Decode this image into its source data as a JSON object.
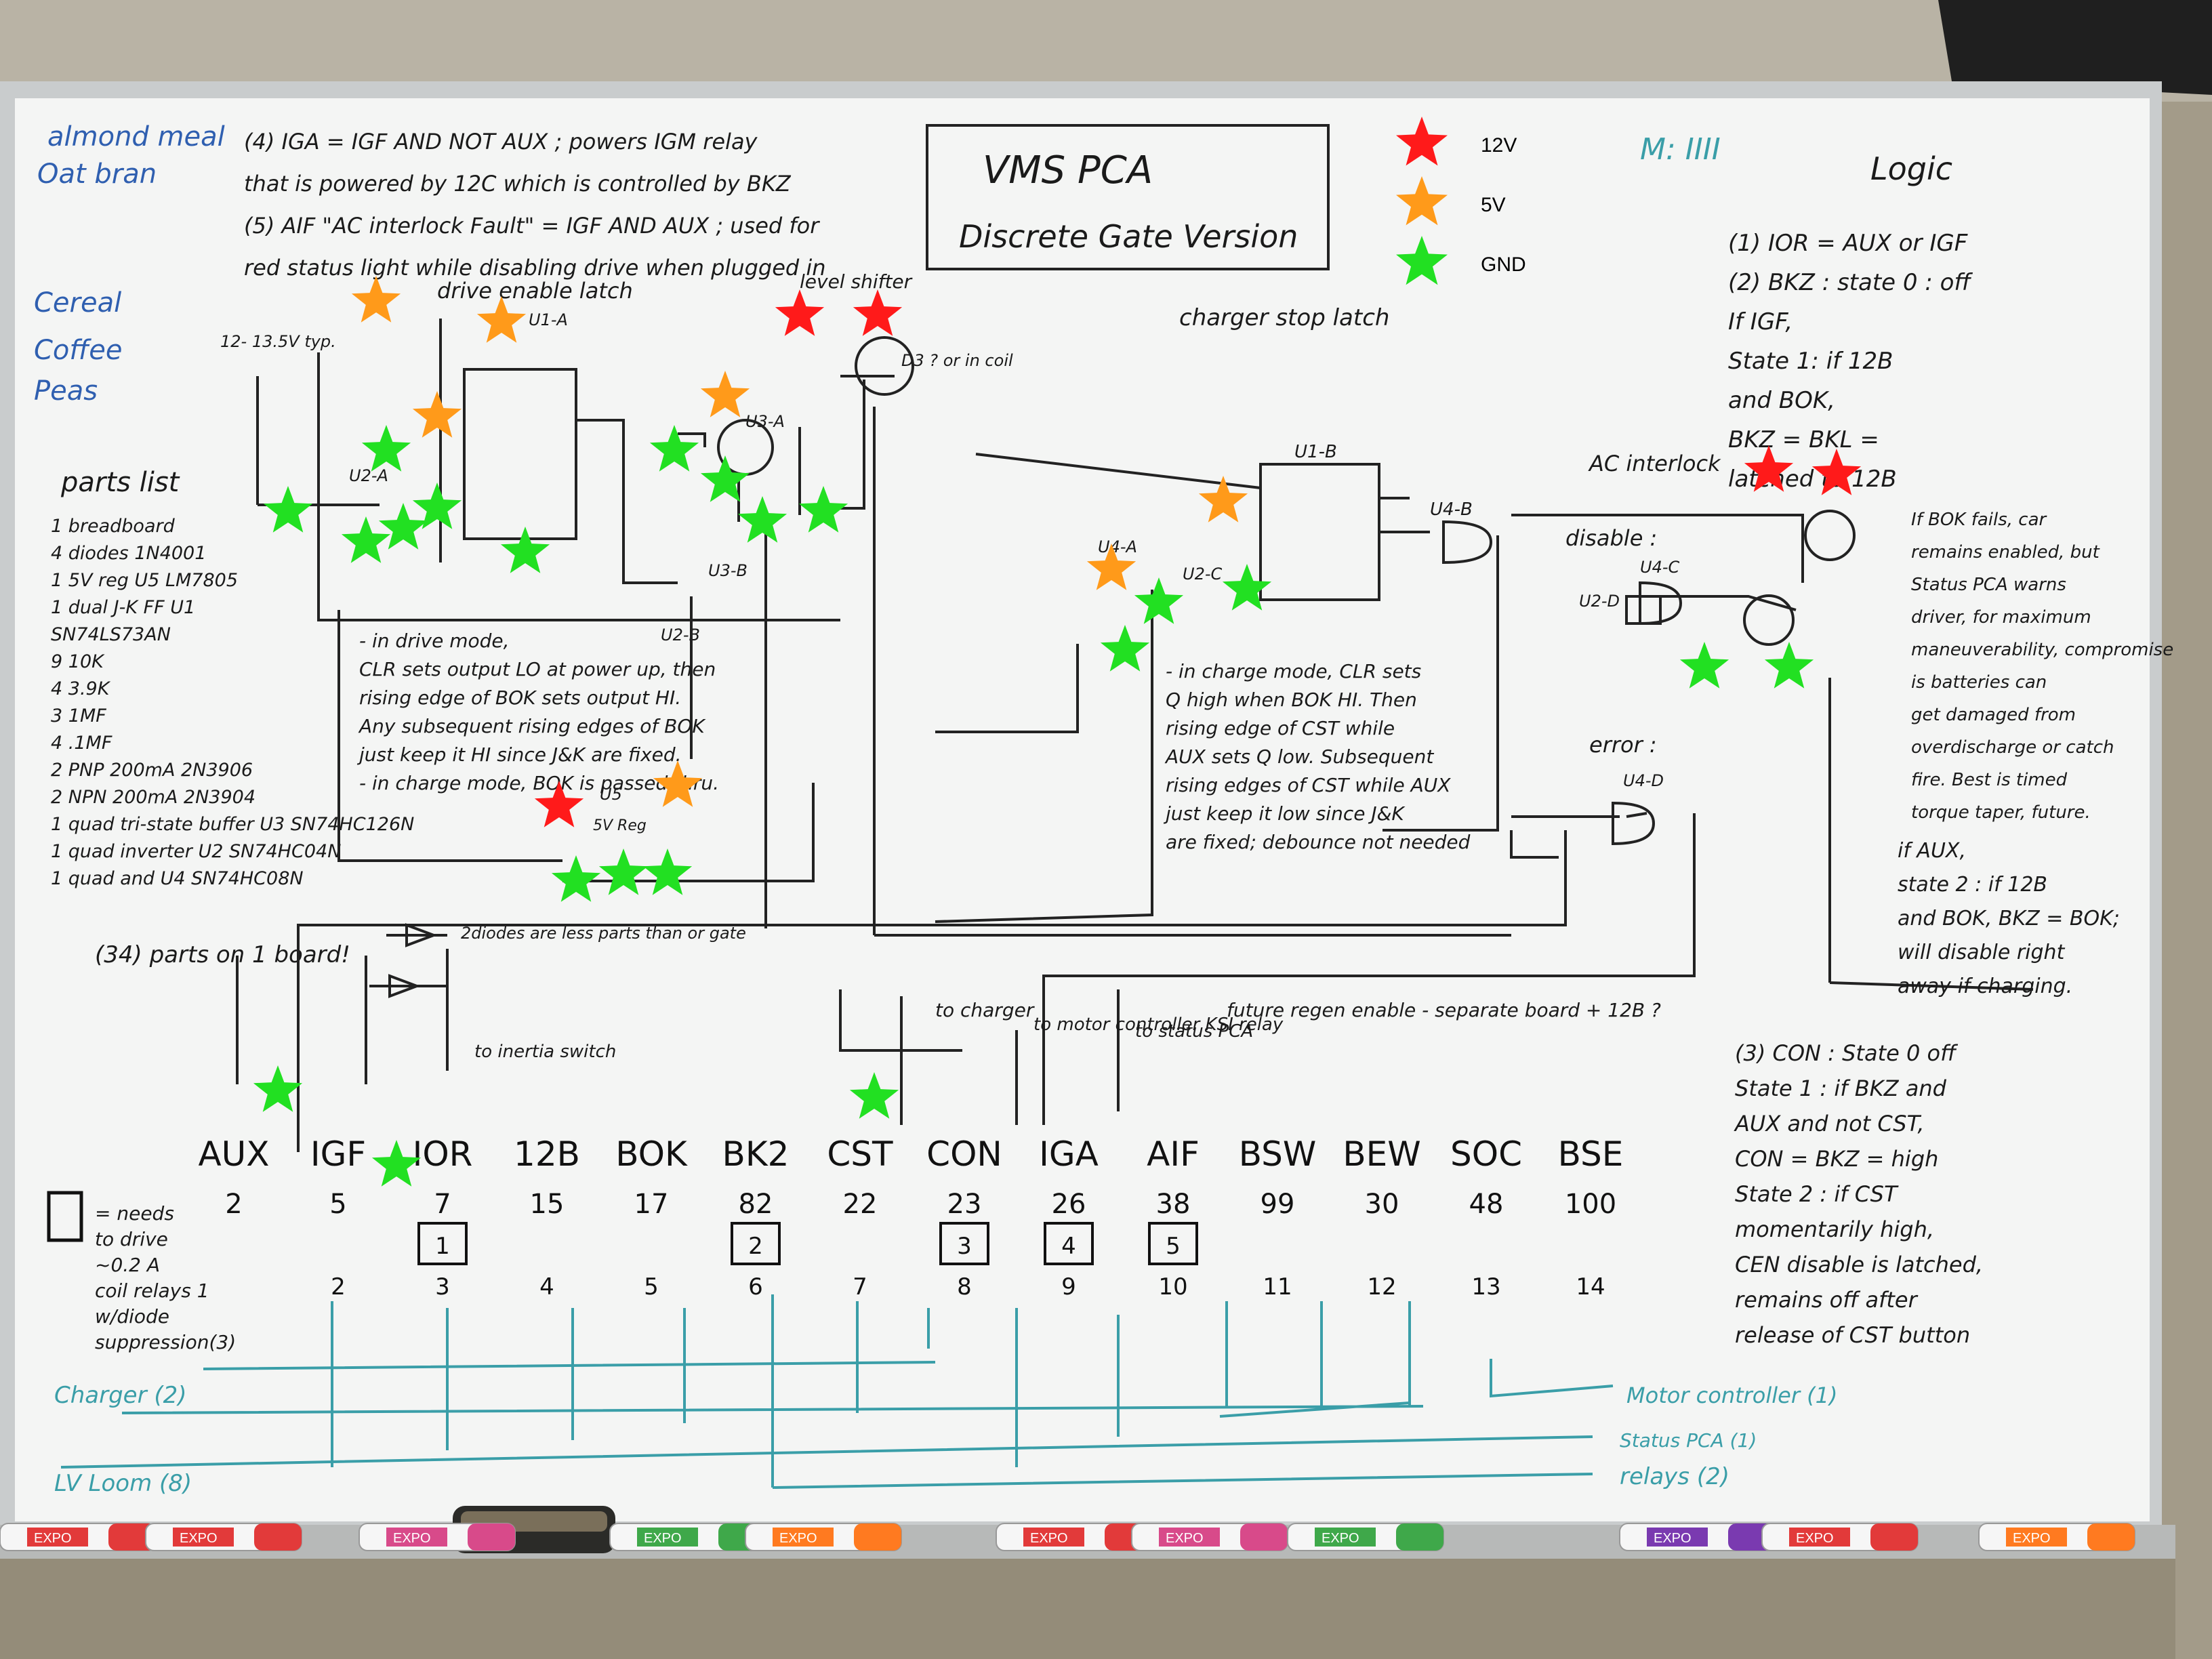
{
  "board": {
    "title": "VMS PCA",
    "subtitle": "Discrete Gate Version",
    "tally": "M: IIII",
    "logic_title": "Logic"
  },
  "legend": [
    {
      "label": "12V",
      "color": "#ff1a1a"
    },
    {
      "label": "5V",
      "color": "#ff9a1a"
    },
    {
      "label": "GND",
      "color": "#22e022"
    }
  ],
  "grocery": [
    "almond meal",
    "Oat bran",
    "Cereal",
    "Coffee",
    "Peas"
  ],
  "notes_top": [
    "(4) IGA = IGF AND NOT AUX ; powers IGM relay",
    "that is powered by 12C which is controlled by BKZ",
    "(5) AIF \"AC interlock Fault\" = IGF AND AUX ; used for",
    "red status light while disabling drive when plugged in"
  ],
  "parts_list": {
    "heading": "parts list",
    "items": [
      "1 breadboard",
      "4 diodes 1N4001",
      "1 5V reg U5 LM7805",
      "1 dual J-K FF U1",
      "SN74LS73AN",
      "9 10K",
      "4 3.9K",
      "3 1MF",
      "4 .1MF",
      "2 PNP 200mA 2N3906",
      "2 NPN 200mA 2N3904",
      "1 quad tri-state buffer U3 SN74HC126N",
      "1 quad inverter U2 SN74HC04N",
      "1 quad and U4 SN74HC08N"
    ],
    "count": "(34) parts on 1 board!"
  },
  "circuit_labels": {
    "drive_enable_latch": "drive enable latch",
    "level_shifter": "level shifter",
    "charger_stop_latch": "charger stop latch",
    "ac_interlock": "AC interlock",
    "disable": "disable :",
    "error": "error :",
    "u1a": "U1-A",
    "u1b": "U1-B",
    "u2a": "U2-A",
    "u2b": "U2-B",
    "u2c": "U2-C",
    "u2d": "U2-D",
    "u3a": "U3-A",
    "u3b": "U3-B",
    "u4a": "U4-A",
    "u4b": "U4-B",
    "u4c": "U4-C",
    "u4d": "U4-D",
    "u5": "U5",
    "supply": "12- 13.5V typ.",
    "regulator": "5V Reg",
    "coil": "D3 ? or in coil",
    "diodes_note": "2diodes are less parts than or gate"
  },
  "notes_drive": [
    "- in drive mode,",
    "CLR sets output LO at power up, then",
    "rising edge of BOK sets output HI.",
    "Any subsequent rising edges of BOK",
    "just keep it HI since J&K are fixed.",
    "- in charge mode, BOK is passed thru."
  ],
  "notes_charge": [
    "- in charge mode, CLR sets",
    "Q high when BOK HI. Then",
    "rising edge of CST while",
    "AUX sets Q low. Subsequent",
    "rising edges of CST while AUX",
    "just keep it low since J&K",
    "are fixed; debounce not needed"
  ],
  "notes_logic": [
    "(1) IOR = AUX or IGF",
    "(2) BKZ : state 0 : off",
    "If IGF,",
    "State 1: if 12B",
    "and BOK,",
    "BKZ = BKL =",
    "latched to 12B"
  ],
  "notes_bok": [
    "If BOK fails, car",
    "remains enabled, but",
    "Status PCA warns",
    "driver, for maximum",
    "maneuverability, compromise",
    "is batteries can",
    "get damaged from",
    "overdischarge or catch",
    "fire. Best is timed",
    "torque taper, future."
  ],
  "notes_aux": [
    "if AUX,",
    "state 2 : if 12B",
    "and BOK, BKZ = BOK;",
    "will disable right",
    "away if charging."
  ],
  "notes_con": [
    "(3) CON : State 0 off",
    "State 1 : if BKZ and",
    "AUX and not CST,",
    "CON = BKZ = high",
    "State 2 : if CST",
    "momentarily high,",
    "CEN disable is latched,",
    "remains off after",
    "release of CST button"
  ],
  "destinations": {
    "to_charger": "to charger",
    "to_motor": "to motor controller KSI relay",
    "to_status": "to status PCA",
    "to_inertia": "to inertia switch",
    "future": "future regen enable - separate board + 12B ?"
  },
  "pins": [
    {
      "name": "AUX",
      "num": "2",
      "idx": "",
      "boxed": ""
    },
    {
      "name": "IGF",
      "num": "5",
      "idx": "2",
      "boxed": ""
    },
    {
      "name": "IOR",
      "num": "7",
      "idx": "3",
      "boxed": "1"
    },
    {
      "name": "12B",
      "num": "15",
      "idx": "4",
      "boxed": ""
    },
    {
      "name": "BOK",
      "num": "17",
      "idx": "5",
      "boxed": ""
    },
    {
      "name": "BK2",
      "num": "82",
      "idx": "6",
      "boxed": "2"
    },
    {
      "name": "CST",
      "num": "22",
      "idx": "7",
      "boxed": ""
    },
    {
      "name": "CON",
      "num": "23",
      "idx": "8",
      "boxed": "3"
    },
    {
      "name": "IGA",
      "num": "26",
      "idx": "9",
      "boxed": "4"
    },
    {
      "name": "AIF",
      "num": "38",
      "idx": "10",
      "boxed": "5"
    },
    {
      "name": "BSW",
      "num": "99",
      "idx": "11",
      "boxed": ""
    },
    {
      "name": "BEW",
      "num": "30",
      "idx": "12",
      "boxed": ""
    },
    {
      "name": "SOC",
      "num": "48",
      "idx": "13",
      "boxed": ""
    },
    {
      "name": "BSE",
      "num": "100",
      "idx": "14",
      "boxed": ""
    }
  ],
  "drive_note": [
    "= needs",
    "to drive",
    "~0.2 A",
    "coil relays 1",
    "w/diode",
    "suppression(3)"
  ],
  "harness": {
    "charger": "Charger (2)",
    "lv_loom": "LV Loom (8)",
    "motor": "Motor controller (1)",
    "status": "Status PCA (1)",
    "relays": "relays (2)"
  },
  "markers": [
    {
      "brand": "EXPO",
      "color": "#e23a3a"
    },
    {
      "brand": "EXPO",
      "color": "#e23a3a"
    },
    {
      "brand": "EXPO",
      "color": "#d84a8a"
    },
    {
      "brand": "EXPO",
      "color": "#3fa84a"
    },
    {
      "brand": "EXPO",
      "color": "#ff7a20"
    },
    {
      "brand": "EXPO",
      "color": "#e23a3a"
    },
    {
      "brand": "EXPO",
      "color": "#d84a8a"
    },
    {
      "brand": "EXPO",
      "color": "#3fa84a"
    },
    {
      "brand": "EXPO",
      "color": "#7a3ab0"
    },
    {
      "brand": "EXPO",
      "color": "#e23a3a"
    },
    {
      "brand": "EXPO",
      "color": "#ff7a20"
    }
  ]
}
